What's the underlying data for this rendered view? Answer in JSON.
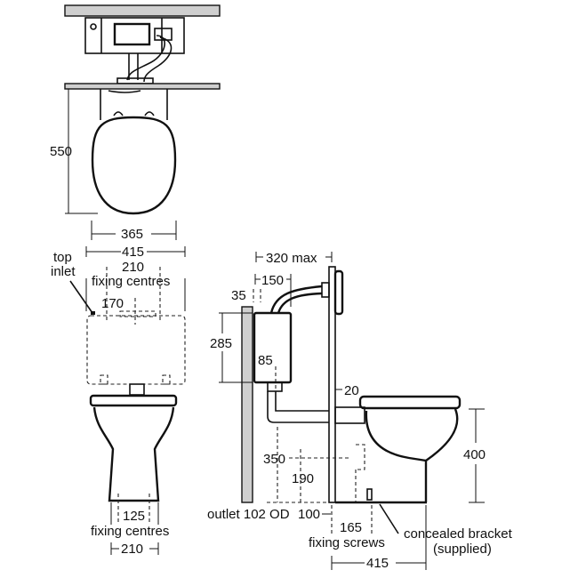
{
  "plan_view": {
    "depth": "550",
    "seat_width": "365",
    "overall_width": "415"
  },
  "front_view": {
    "top_inlet_line1": "top",
    "top_inlet_line2": "inlet",
    "cistern_fixing": "210",
    "cistern_fixing_label": "fixing centres",
    "inlet_offset": "170",
    "pan_fixing": "125",
    "pan_fixing_label": "fixing centres",
    "base_width": "210"
  },
  "side_view": {
    "projection": "320 max",
    "cistern_depth": "150",
    "wall_gap": "35",
    "cistern_height": "285",
    "outlet_offset": "85",
    "frame_gap": "20",
    "height_350": "350",
    "height_190": "190",
    "outlet_label": "outlet 102 OD",
    "outlet_dist": "100",
    "screw_dist": "165",
    "screw_label": "fixing screws",
    "bracket_label_1": "concealed bracket",
    "bracket_label_2": "(supplied)",
    "pan_height": "400",
    "pan_projection": "415"
  }
}
